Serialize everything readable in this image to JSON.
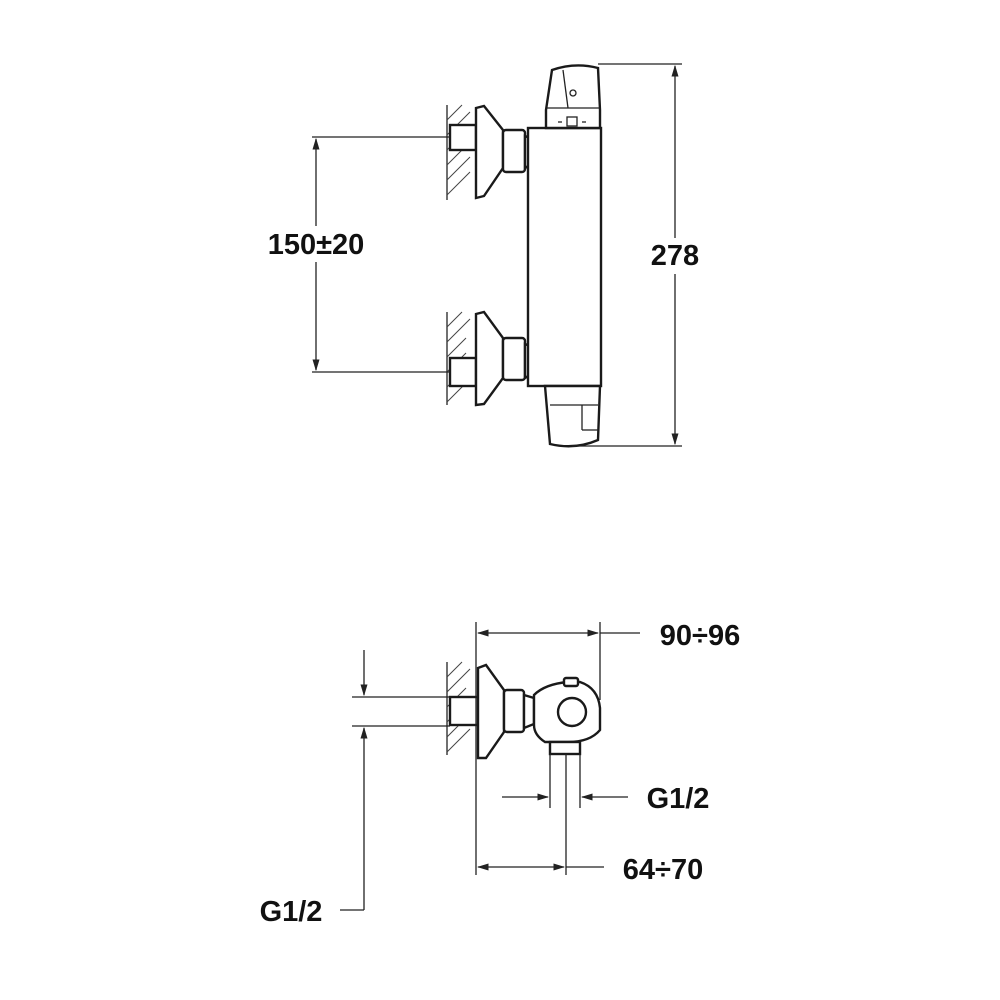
{
  "front_view": {
    "dimensions": {
      "inlet_spacing": "150±20",
      "total_height": "278"
    }
  },
  "side_view": {
    "dimensions": {
      "projection": "90÷96",
      "outlet_thread": "G1/2",
      "outlet_offset": "64÷70",
      "inlet_thread": "G1/2"
    }
  }
}
